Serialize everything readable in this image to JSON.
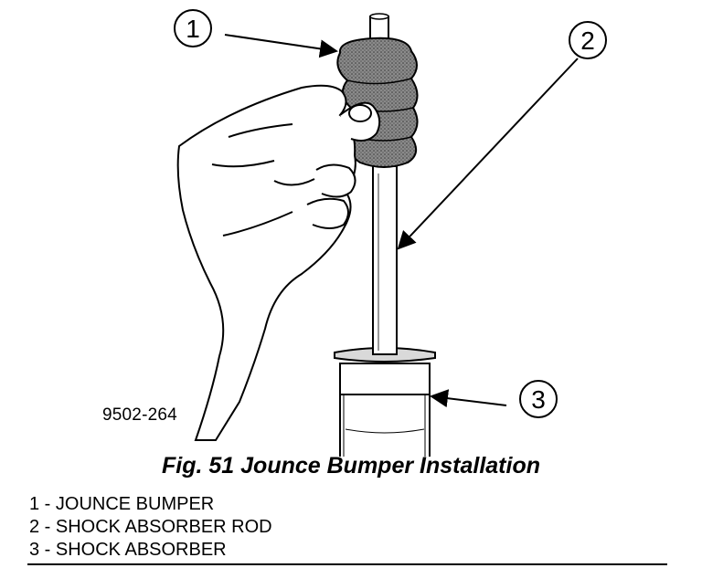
{
  "figure": {
    "code": "9502-264",
    "caption": "Fig. 51 Jounce Bumper Installation",
    "callouts": [
      "1",
      "2",
      "3"
    ]
  },
  "legend": [
    "1 - JOUNCE BUMPER",
    "2 - SHOCK ABSORBER ROD",
    "3 - SHOCK ABSORBER"
  ]
}
